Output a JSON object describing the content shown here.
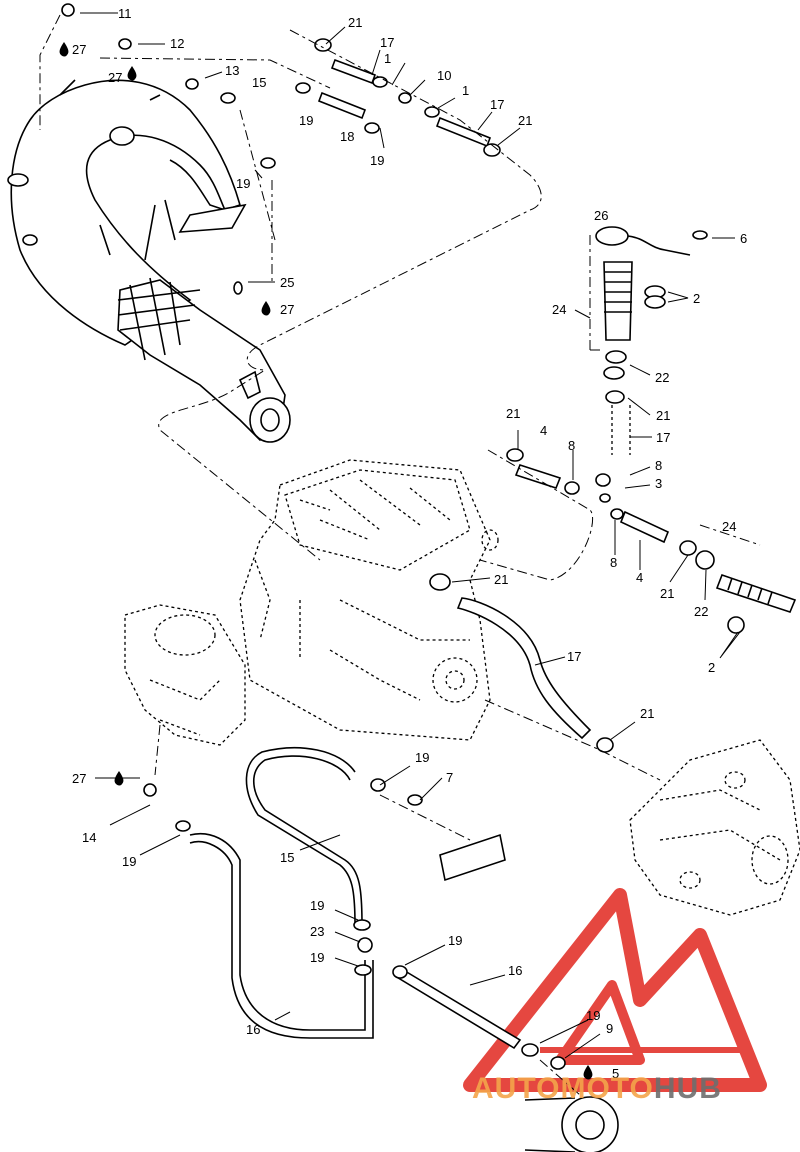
{
  "callouts": [
    "1",
    "1",
    "2",
    "2",
    "2",
    "3",
    "4",
    "4",
    "4",
    "5",
    "6",
    "7",
    "8",
    "8",
    "8",
    "9",
    "10",
    "11",
    "12",
    "13",
    "14",
    "15",
    "15",
    "16",
    "16",
    "17",
    "17",
    "17",
    "17",
    "17",
    "18",
    "19",
    "19",
    "19",
    "19",
    "19",
    "19",
    "19",
    "19",
    "19",
    "19",
    "21",
    "21",
    "21",
    "21",
    "21",
    "21",
    "21",
    "22",
    "22",
    "23",
    "24",
    "24",
    "25",
    "26",
    "27",
    "27",
    "27",
    "27"
  ],
  "watermark": {
    "part1": "AUTO",
    "part2": "MOTO",
    "part3": "HUB",
    "orange": "#f4a54b",
    "dark": "#6e6e6e",
    "red": "#e1271f"
  }
}
